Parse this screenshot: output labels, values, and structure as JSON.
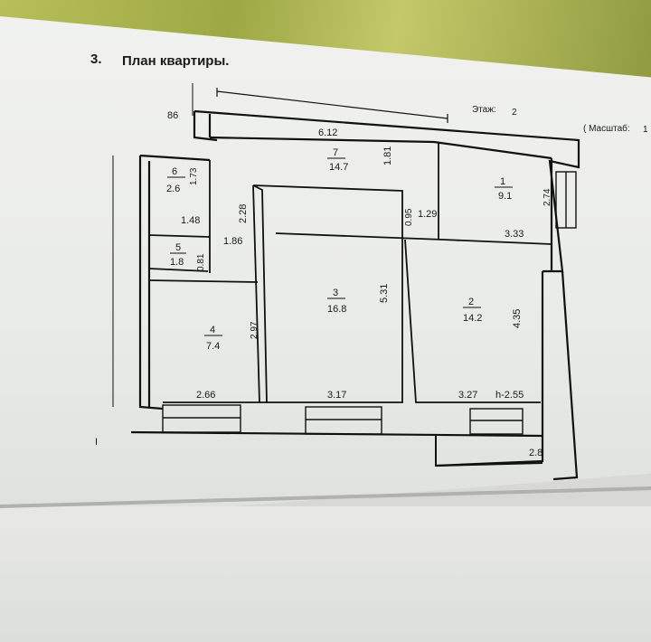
{
  "title": {
    "number": "3.",
    "text": "План квартиры."
  },
  "floor": {
    "label": "Этаж:",
    "value": "2"
  },
  "scale": {
    "label": "( Масштаб:",
    "value": "1"
  },
  "top_dimension": "86",
  "overall_width": "6.12",
  "rooms": [
    {
      "number": "7",
      "area": "14.7"
    },
    {
      "number": "1",
      "area": "9.1"
    },
    {
      "number": "6",
      "area": "2.6"
    },
    {
      "number": "5",
      "area": "1.8"
    },
    {
      "number": "3",
      "area": "16.8"
    },
    {
      "number": "2",
      "area": "14.2"
    },
    {
      "number": "4",
      "area": "7.4"
    }
  ],
  "dimensions": {
    "d_1_81": "1.81",
    "d_2_74": "2.74",
    "d_1_73": "1.73",
    "d_1_48": "1.48",
    "d_2_28": "2.28",
    "d_0_95": "0.95",
    "d_1_29": "1.29",
    "d_3_33": "3.33",
    "d_1_86": "1.86",
    "d_0_81": "0.81",
    "d_5_31": "5.31",
    "d_4_35": "4.35",
    "d_2_97": "2.97",
    "d_2_66": "2.66",
    "d_3_17": "3.17",
    "d_3_27": "3.27",
    "d_h_2_55": "h-2.55",
    "d_2_8": "2.8"
  },
  "edge_mark": "I"
}
